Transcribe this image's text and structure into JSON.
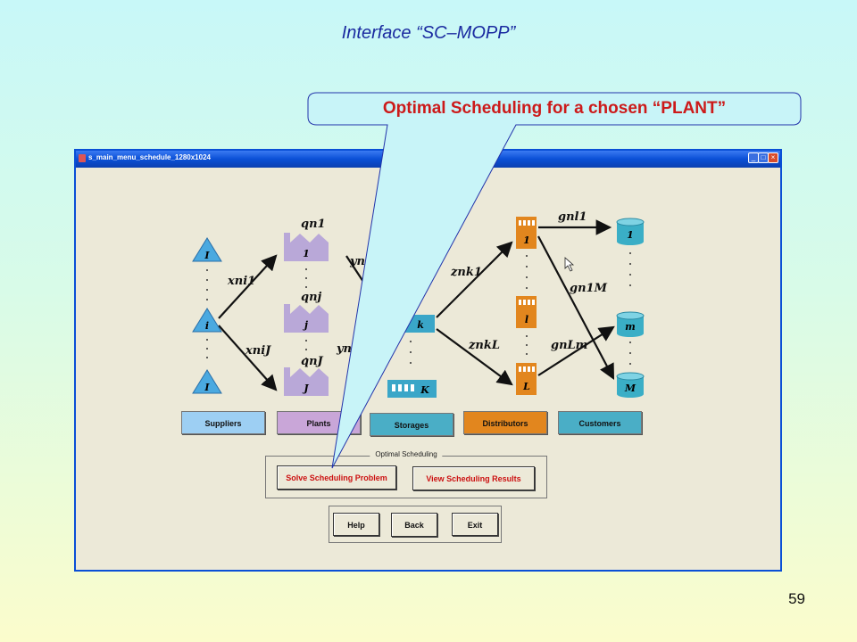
{
  "slide": {
    "title": "Interface “SC–MOPP”",
    "page_number": "59",
    "callout": "Optimal Scheduling for a chosen “PLANT”"
  },
  "window": {
    "title": "s_main_menu_schedule_1280x1024",
    "controls": [
      "_",
      "□",
      "×"
    ]
  },
  "diagram": {
    "suppliers": [
      "I",
      "i",
      "I"
    ],
    "plants": [
      "1",
      "j",
      "J"
    ],
    "storages": [
      "k",
      "K"
    ],
    "distributors": [
      "1",
      "l",
      "L"
    ],
    "customers": [
      "1",
      "m",
      "M"
    ],
    "flow_labels": {
      "x_n_i1": "xni1",
      "x_n_iJ": "xniJ",
      "y_n1": "yn1",
      "y_nJ": "yn1",
      "z_nk1": "znk1",
      "z_nkL": "znkL",
      "g_nl1": "gnl1",
      "g_n1M": "gn1M",
      "g_nLm": "gnLm"
    },
    "plant_caps": [
      "qn1",
      "qnj",
      "qnJ"
    ]
  },
  "legend": {
    "suppliers": "Suppliers",
    "plants": "Plants",
    "storages": "Storages",
    "distributors": "Distributors",
    "customers": "Customers"
  },
  "optimal_scheduling": {
    "group_title": "Optimal Scheduling",
    "solve_label": "Solve  Scheduling Problem",
    "view_label": "View  Scheduling Results"
  },
  "nav": {
    "help_label": "Help",
    "back_label": "Back",
    "exit_label": "Exit"
  },
  "colors": {
    "supplier": "#4aa9e0",
    "plant": "#b9a8d8",
    "storage": "#3aa6c8",
    "distributor": "#e2861e",
    "customer": "#3aaec6",
    "accent_red": "#cc1a1a"
  }
}
